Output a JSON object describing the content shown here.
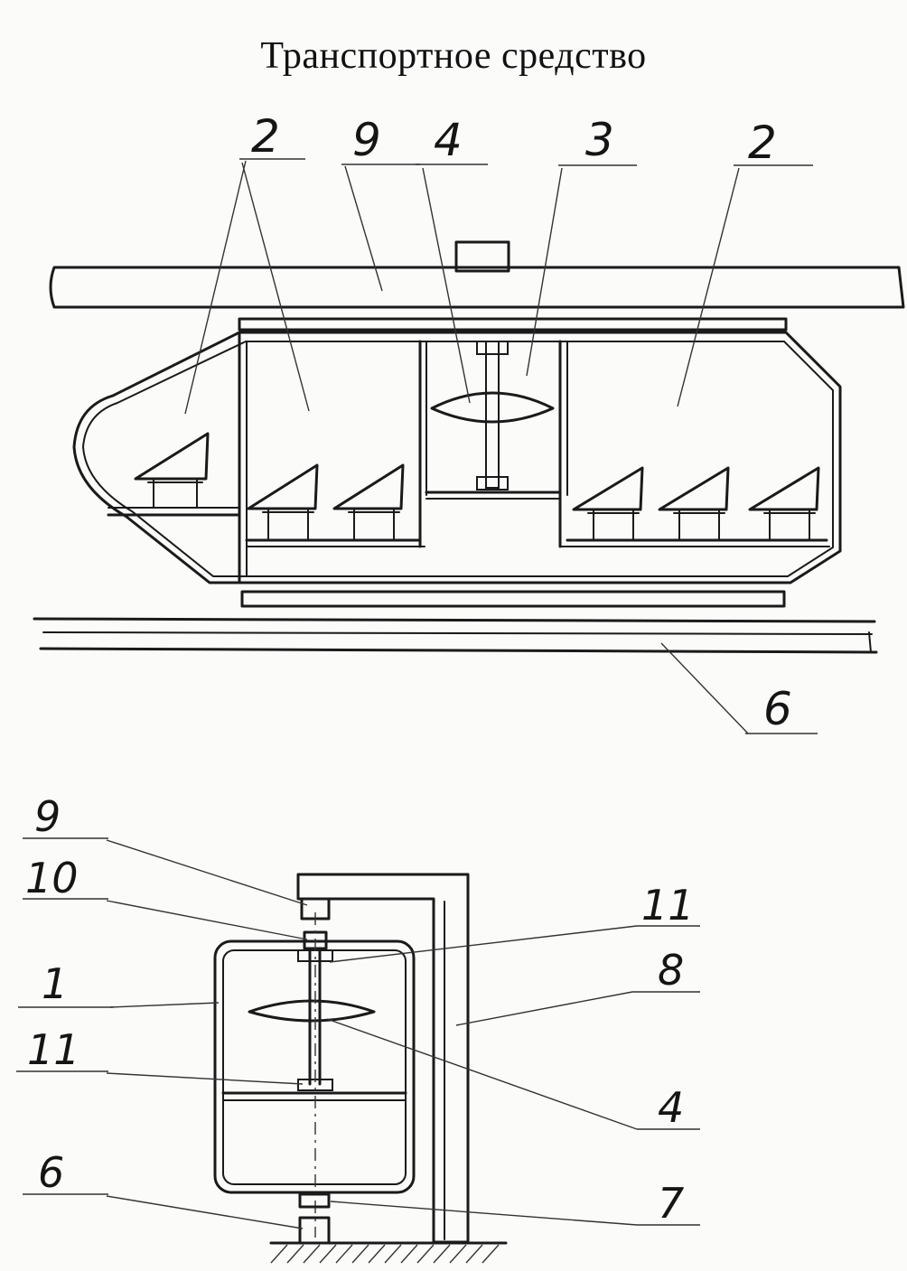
{
  "title": "Транспортное средство",
  "top_view_labels": {
    "l2a": "2",
    "l9": "9",
    "l4": "4",
    "l3": "3",
    "l2b": "2",
    "l6": "6"
  },
  "side_view_labels": {
    "l9": "9",
    "l10": "10",
    "l1": "1",
    "l11a": "11",
    "l6": "6",
    "l11b": "11",
    "l8": "8",
    "l4": "4",
    "l7": "7"
  }
}
